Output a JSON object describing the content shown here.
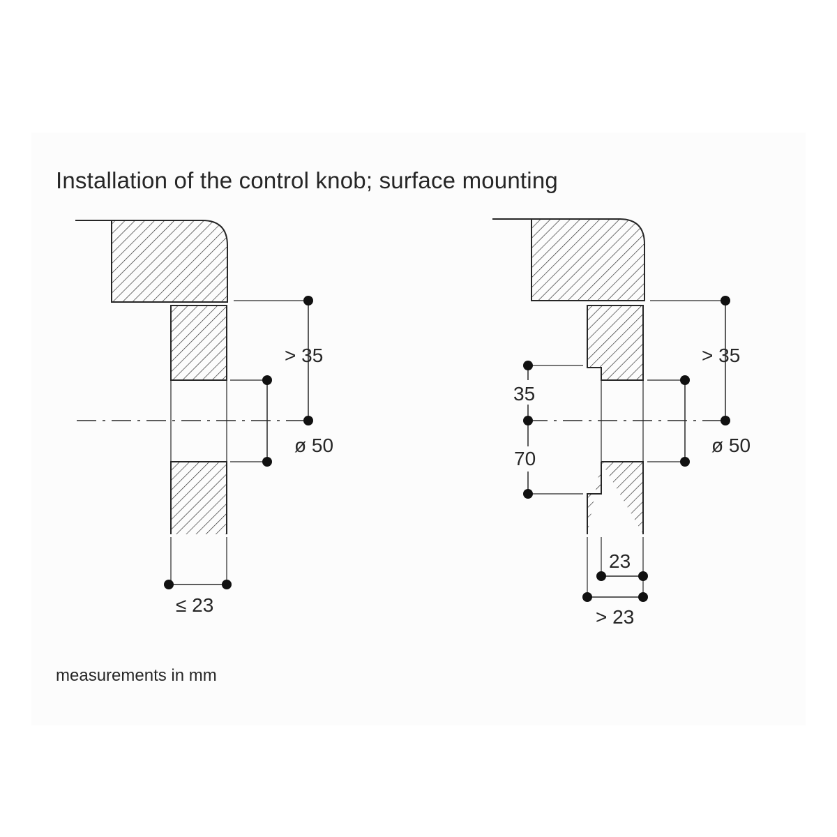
{
  "title": "Installation of the control knob; surface mounting",
  "footnote": "measurements in mm",
  "left_diagram": {
    "dim_top": "> 35",
    "dim_diameter": "ø 50",
    "dim_width": "≤ 23"
  },
  "right_diagram": {
    "dim_top": "> 35",
    "dim_diameter": "ø 50",
    "dim_35": "35",
    "dim_70": "70",
    "dim_23": "23",
    "dim_width": "> 23"
  },
  "colors": {
    "ink": "#262626",
    "background": "#ffffff"
  }
}
